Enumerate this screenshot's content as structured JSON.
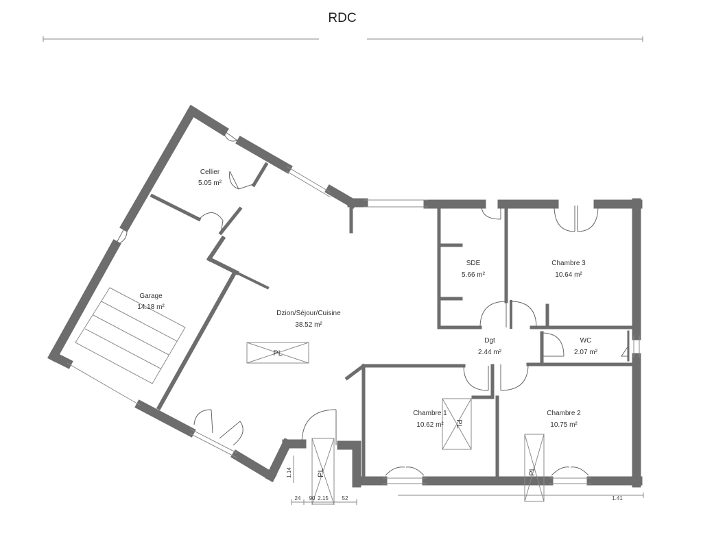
{
  "title": "RDC",
  "rooms": {
    "cellier": {
      "name": "Cellier",
      "area": "5.05 m²"
    },
    "garage": {
      "name": "Garage",
      "area": "14.18 m²"
    },
    "sejour": {
      "name": "Dzion/Séjour/Cuisine",
      "area": "38.52 m²"
    },
    "sde": {
      "name": "SDE",
      "area": "5.66 m²"
    },
    "chambre3": {
      "name": "Chambre 3",
      "area": "10.64 m²"
    },
    "dgt": {
      "name": "Dgt",
      "area": "2.44 m²"
    },
    "wc": {
      "name": "WC",
      "area": "2.07 m²"
    },
    "chambre1": {
      "name": "Chambre 1",
      "area": "10.62 m²"
    },
    "chambre2": {
      "name": "Chambre 2",
      "area": "10.75 m²"
    }
  },
  "placard_label": "PL",
  "dimensions": {
    "d1": "24",
    "d2": "90",
    "d3": "2.15",
    "d4": "52",
    "d5": "1.14",
    "d6": "1.41"
  },
  "colors": {
    "wall": "#6d6d6d",
    "line": "#8a8a8a"
  }
}
